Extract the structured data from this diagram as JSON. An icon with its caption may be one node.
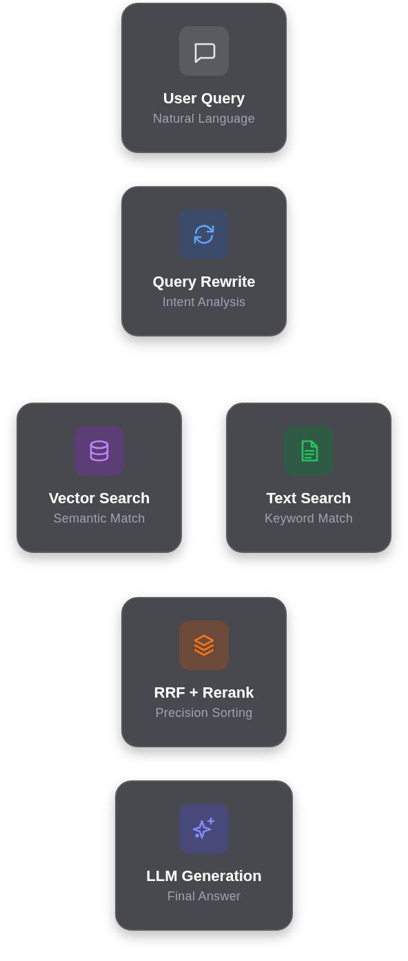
{
  "diagram": {
    "nodes": [
      {
        "text": [
          "User Query",
          "Natural Language"
        ]
      },
      {
        "text": [
          "Query Rewrite",
          "Intent Analysis"
        ]
      },
      {
        "text": [
          "Vector Search",
          "Semantic Match"
        ]
      },
      {
        "text": [
          "Text Search",
          "Keyword Match"
        ]
      },
      {
        "text": [
          "RRF + Rerank",
          "Precision Sorting"
        ]
      },
      {
        "text": [
          "LLM Generation",
          "Final Answer"
        ]
      }
    ]
  }
}
